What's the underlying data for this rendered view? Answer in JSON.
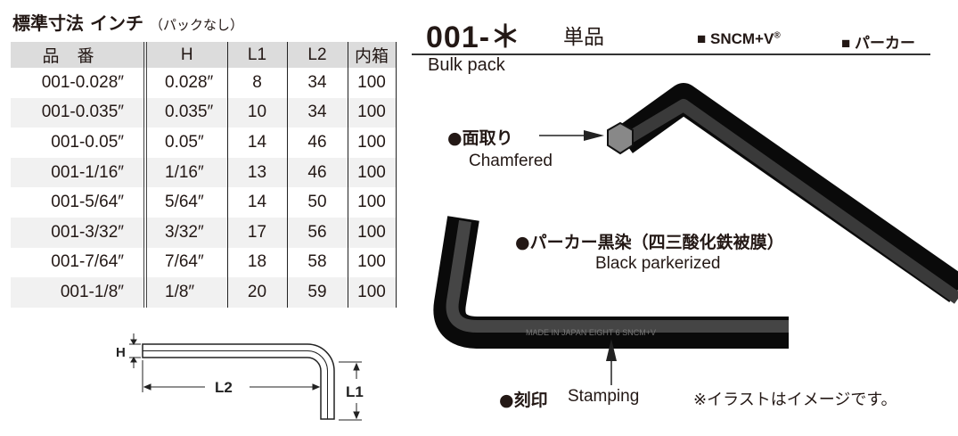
{
  "spec": {
    "title": "標準寸法 インチ",
    "title_note": "（パックなし）",
    "columns": [
      "品番",
      "H",
      "L1",
      "L2",
      "内箱"
    ],
    "rows": [
      [
        "001-0.028″",
        "0.028″",
        "8",
        "34",
        "100"
      ],
      [
        "001-0.035″",
        "0.035″",
        "10",
        "34",
        "100"
      ],
      [
        "001-0.05″",
        "0.05″",
        "14",
        "46",
        "100"
      ],
      [
        "001-1/16″",
        "1/16″",
        "13",
        "46",
        "100"
      ],
      [
        "001-5/64″",
        "5/64″",
        "14",
        "50",
        "100"
      ],
      [
        "001-3/32″",
        "3/32″",
        "17",
        "56",
        "100"
      ],
      [
        "001-7/64″",
        "7/64″",
        "18",
        "58",
        "100"
      ],
      [
        "001-1/8″",
        "1/8″",
        "20",
        "59",
        "100"
      ]
    ]
  },
  "diagram": {
    "h": "H",
    "l1": "L1",
    "l2": "L2"
  },
  "product": {
    "code": "001-＊",
    "kind": "単品",
    "pack": "Bulk pack",
    "features": [
      "■ SNCM+V",
      "®",
      "■ パーカー"
    ]
  },
  "callouts": {
    "chamfer_ja": "●面取り",
    "chamfer_en": "Chamfered",
    "finish_ja": "●パーカー黒染（四三酸化鉄被膜）",
    "finish_en": "Black parkerized",
    "stamp_ja": "●刻印",
    "stamp_en": "Stamping",
    "stamp_text": "MADE IN JAPAN  EIGHT 6  SNCM+V",
    "note": "※イラストはイメージです。"
  }
}
